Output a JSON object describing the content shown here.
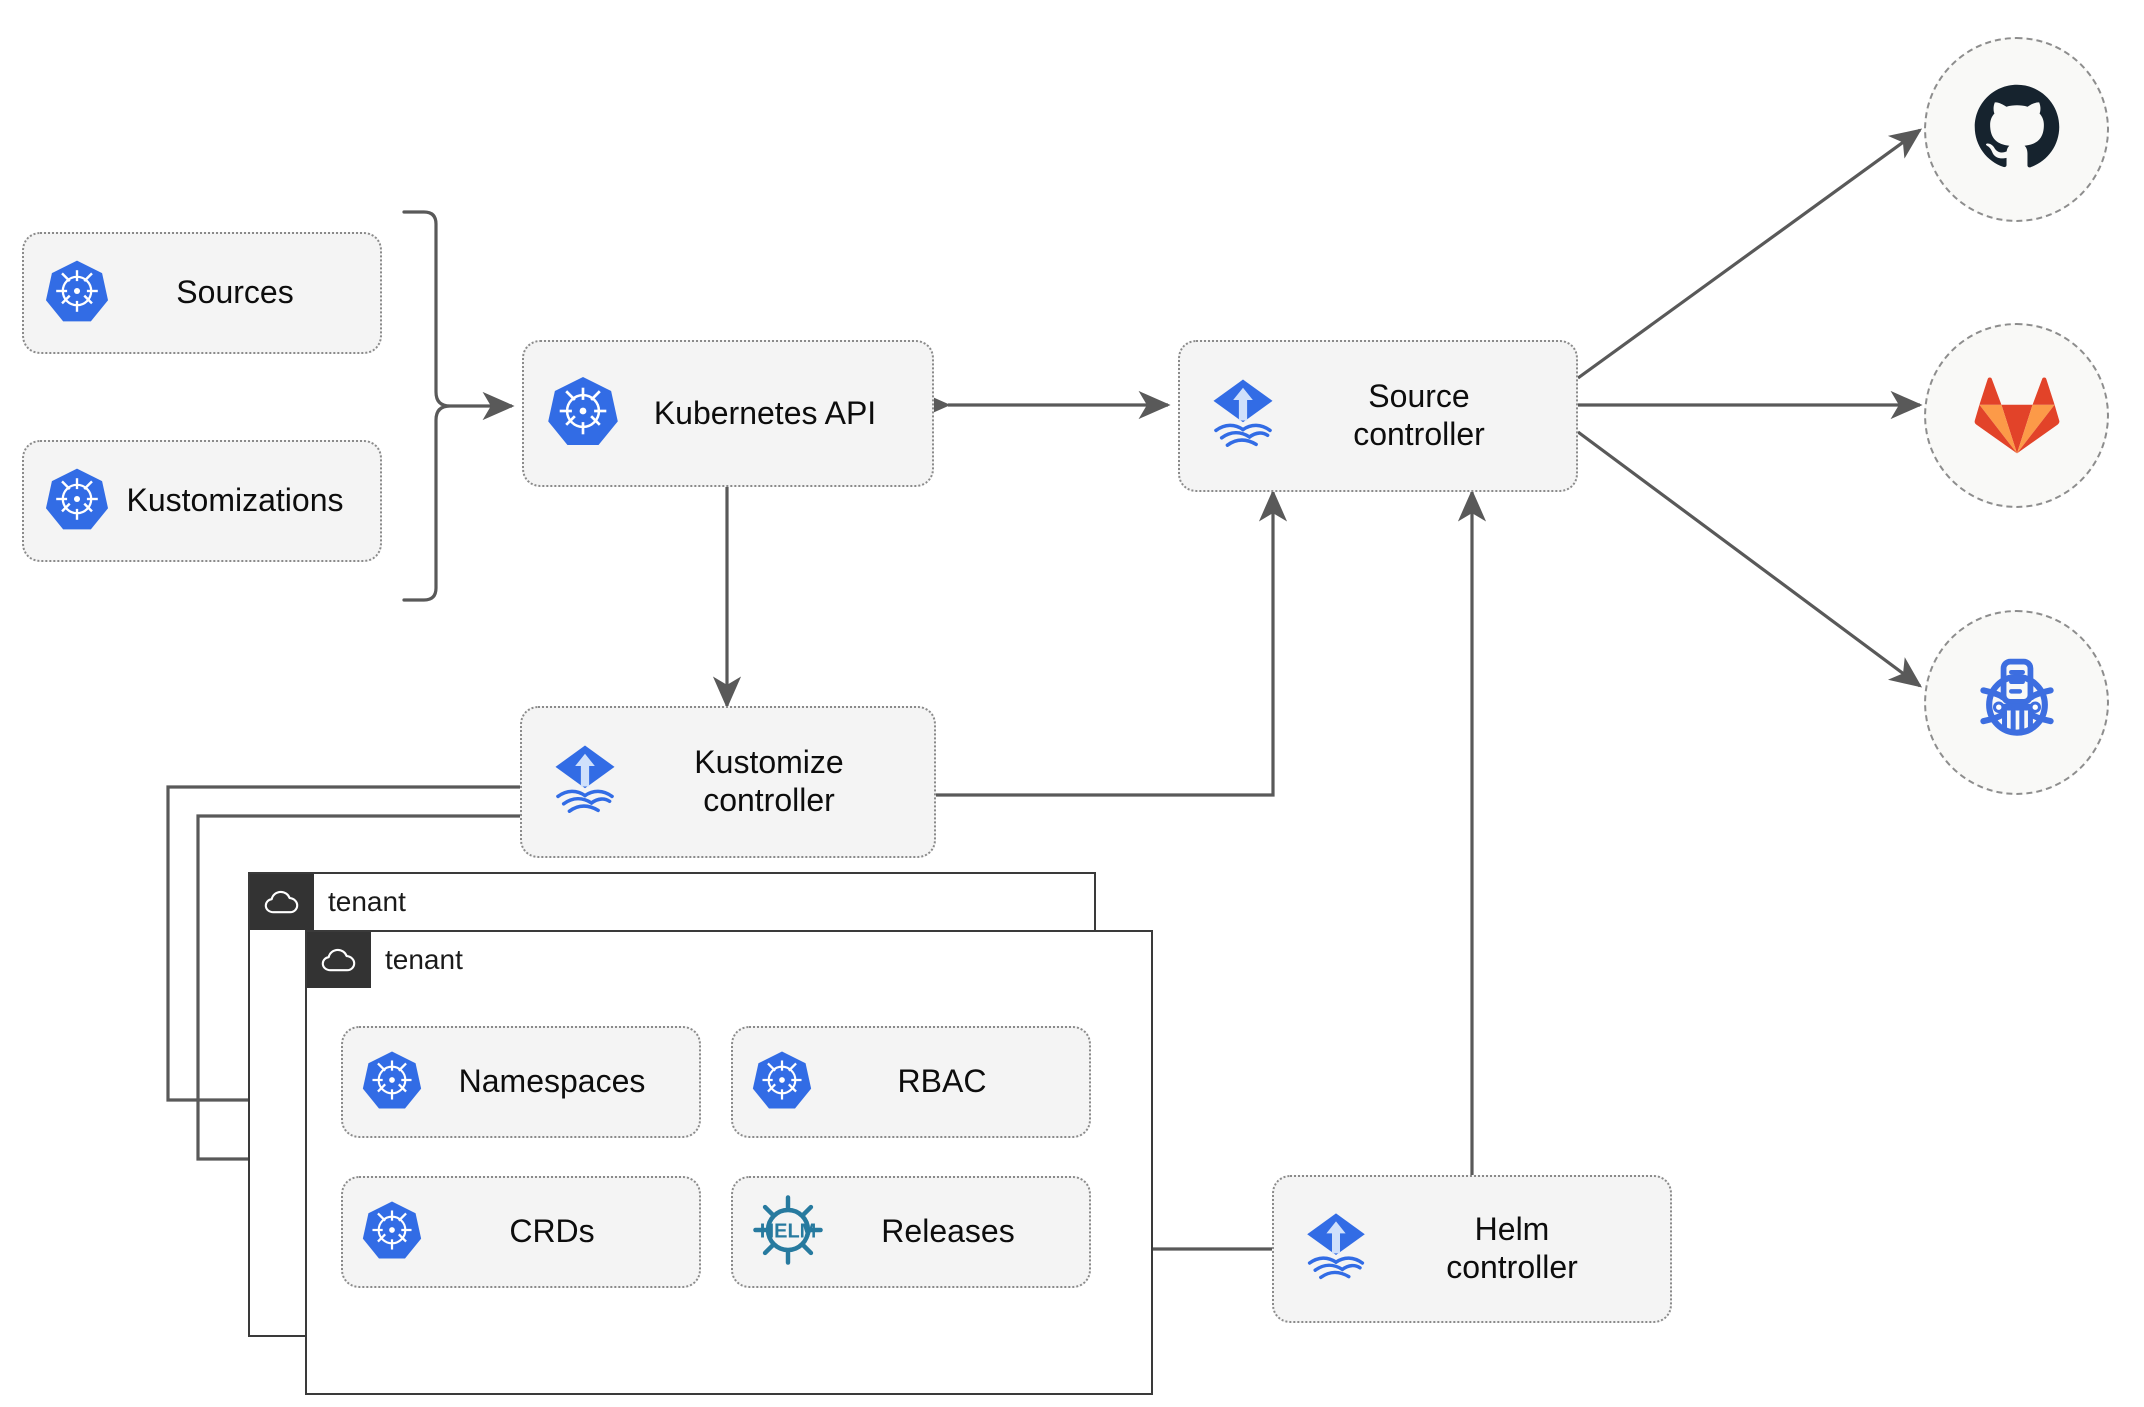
{
  "diagram": {
    "title": "Flux GitOps multi-tenancy architecture",
    "background": "#ffffff",
    "line_color": "#595959",
    "card_fill": "#f4f4f4",
    "card_border": "#8a8a8a",
    "tenant_tab_fill": "#333333",
    "k8s_blue": "#326ce5",
    "flux_blue": "#326ce5",
    "helm_blue": "#277a9f",
    "github_navy": "#16232e",
    "gitlab_orange": "#e24329",
    "gitlab_amber": "#fc9a48",
    "kustomize_blue": "#3d6ee0"
  },
  "nodes": {
    "sources": {
      "label": "Sources",
      "icon": "kubernetes-icon"
    },
    "kustomizations": {
      "label": "Kustomizations",
      "icon": "kubernetes-icon"
    },
    "kubernetes_api": {
      "label": "Kubernetes API",
      "icon": "kubernetes-icon"
    },
    "source_controller": {
      "label": "Source\ncontroller",
      "icon": "flux-icon"
    },
    "kustomize_controller": {
      "label": "Kustomize\ncontroller",
      "icon": "flux-icon"
    },
    "helm_controller": {
      "label": "Helm\ncontroller",
      "icon": "flux-icon"
    },
    "namespaces": {
      "label": "Namespaces",
      "icon": "kubernetes-icon"
    },
    "rbac": {
      "label": "RBAC",
      "icon": "kubernetes-icon"
    },
    "crds": {
      "label": "CRDs",
      "icon": "kubernetes-icon"
    },
    "releases": {
      "label": "Releases",
      "icon": "helm-icon"
    }
  },
  "providers": [
    {
      "name": "github",
      "icon": "github-icon"
    },
    {
      "name": "gitlab",
      "icon": "gitlab-icon"
    },
    {
      "name": "bucket",
      "icon": "kustomize-icon"
    }
  ],
  "tenants": [
    {
      "label": "tenant",
      "icon": "cloud-icon"
    },
    {
      "label": "tenant",
      "icon": "cloud-icon"
    }
  ]
}
